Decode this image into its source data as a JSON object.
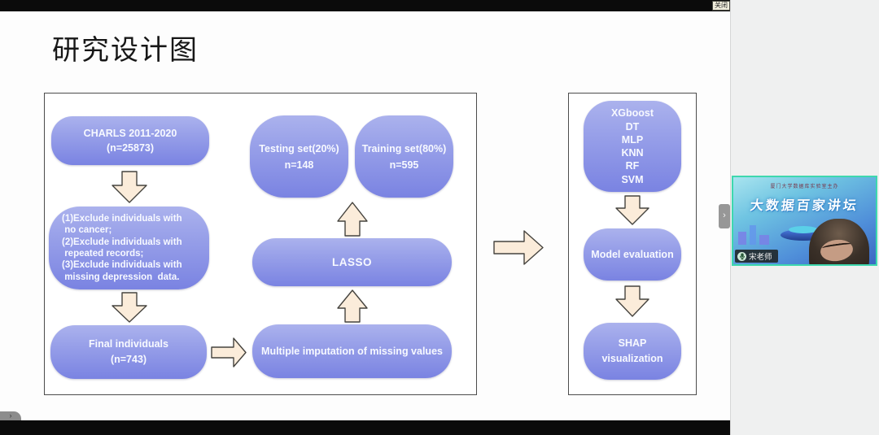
{
  "window": {
    "close_button": "关闭",
    "collapse_chevron": "›",
    "expand_chevron": "›"
  },
  "slide": {
    "title": "研究设计图",
    "flowchart": {
      "charls_box": "CHARLS 2011-2020\n(n=25873)",
      "exclusion_box": "(1)Exclude individuals with\n no cancer;\n(2)Exclude individuals with\n repeated records;\n(3)Exclude individuals with\n missing depression  data.",
      "final_box": "Final individuals\n(n=743)",
      "testing_box": "Testing set(20%)\nn=148",
      "training_box": "Training set(80%)\nn=595",
      "lasso_box": "LASSO",
      "imputation_box": "Multiple imputation of missing values",
      "models_box": "XGboost\nDT\nMLP\nKNN\nRF\nSVM",
      "evaluation_box": "Model evaluation",
      "shap_box": "SHAP\nvisualization"
    }
  },
  "video_panel": {
    "banner_subtitle": "厦门大学数据库实验室主办",
    "banner_title": "大数据百家讲坛",
    "name_tag": "宋老师"
  },
  "colors": {
    "flow_box_top": "#abb2ed",
    "flow_box_bottom": "#7a83e2",
    "arrow_fill": "#fbecda",
    "arrow_stroke": "#45433e",
    "video_border": "#3ed8ae",
    "chrome_bar": "#0b0b0b"
  }
}
